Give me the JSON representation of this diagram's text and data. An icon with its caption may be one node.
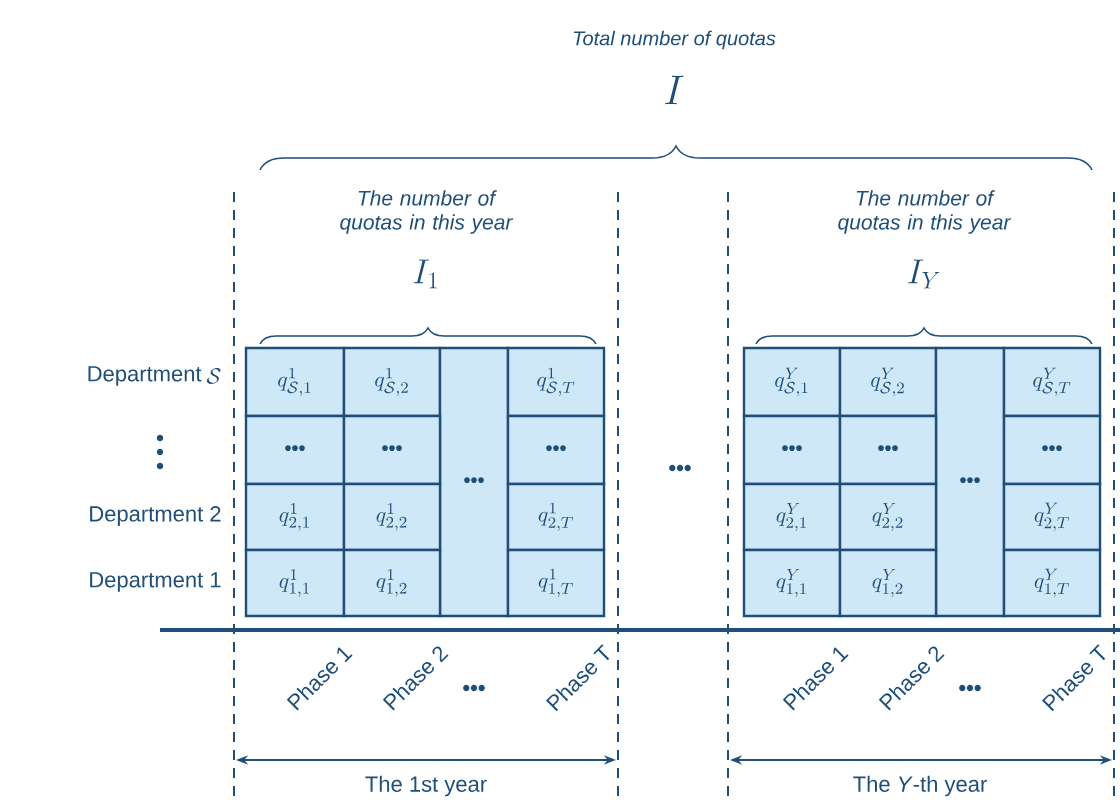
{
  "diagram": {
    "nodes": [
      {
        "text": [
          "q^{1}_{\\mathcal{S},1}"
        ]
      },
      {
        "text": [
          "q^{1}_{\\mathcal{S},2}"
        ]
      },
      {
        "text": [
          "•••"
        ]
      },
      {
        "text": [
          "q^{1}_{\\mathcal{S},T}"
        ]
      },
      {
        "text": [
          "•••"
        ]
      },
      {
        "text": [
          "•••"
        ]
      },
      {
        "text": [
          "•••"
        ]
      },
      {
        "text": [
          "q^{1}_{2,1}"
        ]
      },
      {
        "text": [
          "q^{1}_{2,2}"
        ]
      },
      {
        "text": [
          "q^{1}_{2,T}"
        ]
      },
      {
        "text": [
          "q^{1}_{1,1}"
        ]
      },
      {
        "text": [
          "q^{1}_{1,2}"
        ]
      },
      {
        "text": [
          "q^{1}_{1,T}"
        ]
      },
      {
        "text": [
          "q^{Y}_{\\mathcal{S},1}"
        ]
      },
      {
        "text": [
          "q^{Y}_{\\mathcal{S},2}"
        ]
      },
      {
        "text": [
          "•••"
        ]
      },
      {
        "text": [
          "q^{Y}_{\\mathcal{S},T}"
        ]
      },
      {
        "text": [
          "•••"
        ]
      },
      {
        "text": [
          "•••"
        ]
      },
      {
        "text": [
          "•••"
        ]
      },
      {
        "text": [
          "q^{Y}_{2,1}"
        ]
      },
      {
        "text": [
          "q^{Y}_{2,2}"
        ]
      },
      {
        "text": [
          "q^{Y}_{2,T}"
        ]
      },
      {
        "text": [
          "q^{Y}_{1,1}"
        ]
      },
      {
        "text": [
          "q^{Y}_{1,2}"
        ]
      },
      {
        "text": [
          "q^{Y}_{1,T}"
        ]
      }
    ],
    "labels": [
      "Total number of quotas",
      "I",
      "The number of quotas in this year",
      "I_{1}",
      "The number of quotas in this year",
      "I_{Y}",
      "Department",
      "\\mathcal{S}",
      "Department 2",
      "Department 1",
      "•••",
      "Phase 1",
      "Phase 2",
      "•••",
      "Phase T",
      "Phase 1",
      "Phase 2",
      "•••",
      "Phase T",
      "The 1st year",
      "The *Y*-th year"
    ]
  }
}
